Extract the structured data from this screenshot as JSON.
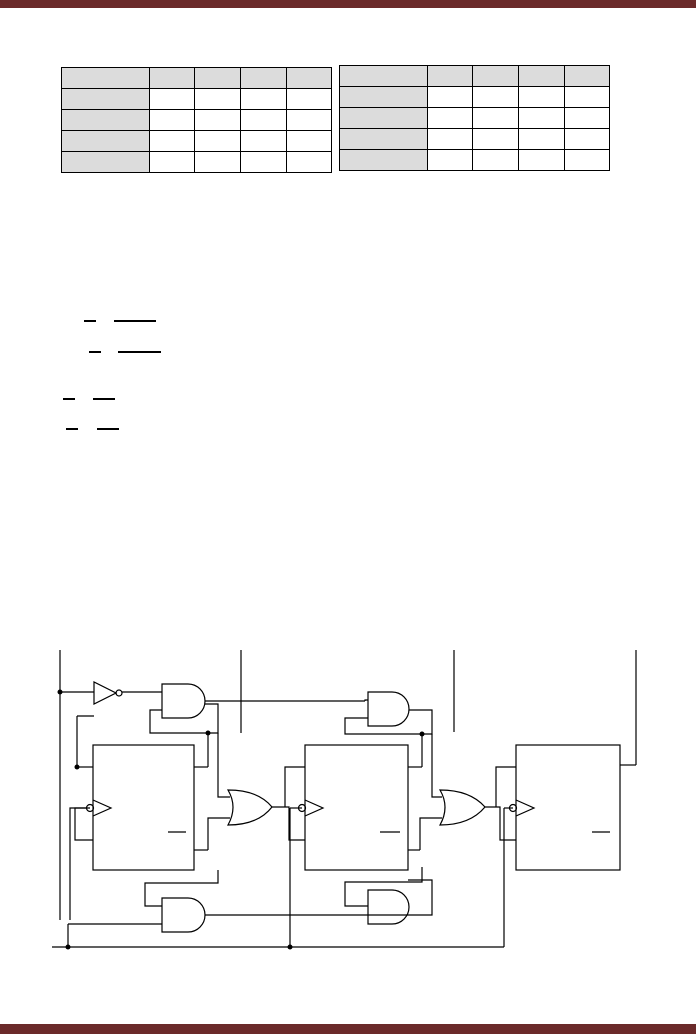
{
  "page": {
    "accent_color": "#6b2a2a"
  },
  "tables": {
    "left": {
      "rows": [
        [
          "",
          "",
          "",
          "",
          ""
        ],
        [
          "",
          "",
          "",
          "",
          ""
        ],
        [
          "",
          "",
          "",
          "",
          ""
        ],
        [
          "",
          "",
          "",
          "",
          ""
        ],
        [
          "",
          "",
          "",
          "",
          ""
        ]
      ]
    },
    "right": {
      "rows": [
        [
          "",
          "",
          "",
          "",
          ""
        ],
        [
          "",
          "",
          "",
          "",
          ""
        ],
        [
          "",
          "",
          "",
          "",
          ""
        ],
        [
          "",
          "",
          "",
          "",
          ""
        ],
        [
          "",
          "",
          "",
          "",
          ""
        ]
      ]
    }
  },
  "equations": {
    "text": [
      "",
      "",
      "",
      ""
    ]
  },
  "circuit": {
    "gates": [
      "not-gate",
      "and-gate",
      "and-gate",
      "and-gate",
      "and-gate",
      "or-gate",
      "or-gate"
    ],
    "flip_flops": [
      "flip-flop-1",
      "flip-flop-2",
      "flip-flop-3"
    ]
  }
}
